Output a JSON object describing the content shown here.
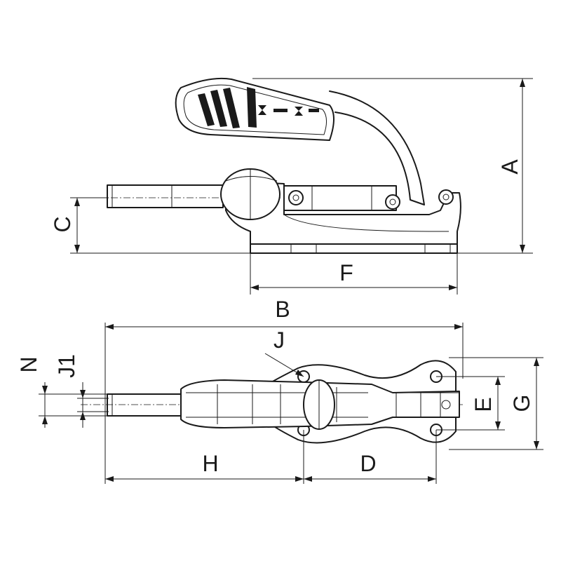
{
  "labels": {
    "A": "A",
    "B": "B",
    "C": "C",
    "D": "D",
    "E": "E",
    "F": "F",
    "G": "G",
    "H": "H",
    "J": "J",
    "J1": "J1",
    "N": "N"
  }
}
